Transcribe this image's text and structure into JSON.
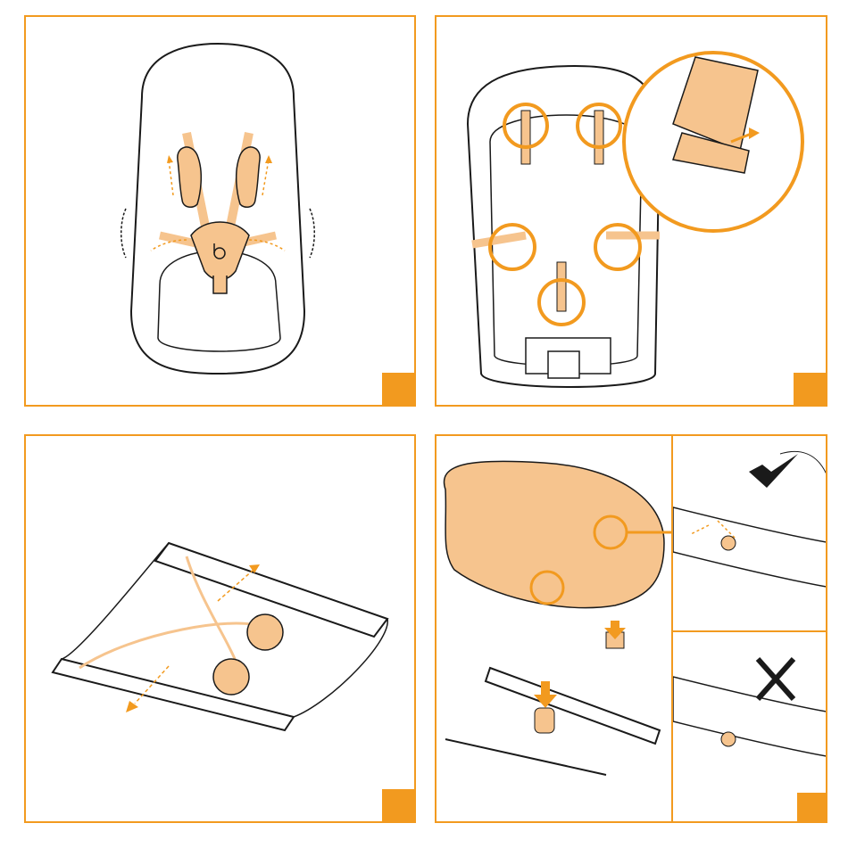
{
  "figure": {
    "panels": [
      {
        "id": "panel-1",
        "subject": "seat-harness-front-view"
      },
      {
        "id": "panel-2",
        "subject": "seat-underside-strap-buckles"
      },
      {
        "id": "panel-3",
        "subject": "bouncer-frame-with-attachment-buttons"
      },
      {
        "id": "panel-4",
        "subject": "seat-attach-to-frame",
        "subpanels": [
          {
            "id": "correct",
            "mark": "check"
          },
          {
            "id": "incorrect",
            "mark": "cross"
          }
        ]
      }
    ],
    "logo_glyph": "b"
  },
  "colors": {
    "accent": "#f29a1f",
    "fabric": "#f6c48e",
    "line": "#1a1a1a"
  },
  "icons": [
    "check-icon",
    "cross-icon",
    "arrow-down-icon",
    "arrow-dashed-icon"
  ]
}
